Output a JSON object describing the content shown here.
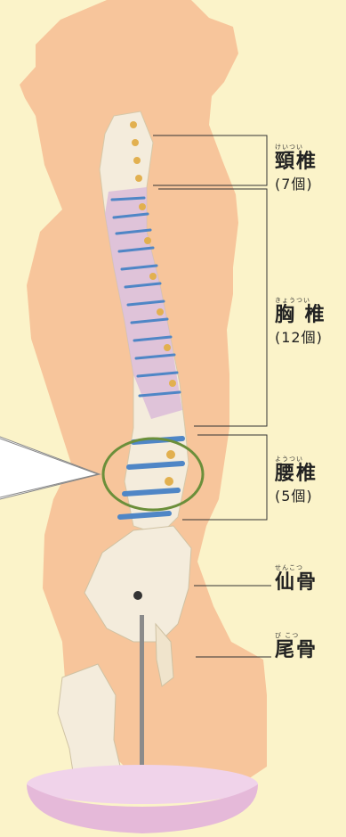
{
  "labels": {
    "cervical": {
      "ruby": "けいつい",
      "name": "頸椎",
      "count": "(7個)"
    },
    "thoracic": {
      "ruby": "きょうつい",
      "name": "胸 椎",
      "count": "(12個)"
    },
    "lumbar": {
      "ruby": "ようつい",
      "name": "腰椎",
      "count": "(5個)"
    },
    "sacrum": {
      "ruby": "せんこつ",
      "name": "仙骨"
    },
    "coccyx": {
      "ruby": "び こつ",
      "name": "尾骨"
    }
  },
  "colors": {
    "background": "#fbf3c9",
    "silhouette": "#f7c59b",
    "bone": "#f4ecdc",
    "disc": "#4f86c6",
    "thoracic_tint": "#d8b6d8",
    "highlight_circle": "#6b8f3a",
    "base": "#e5b9d9"
  }
}
